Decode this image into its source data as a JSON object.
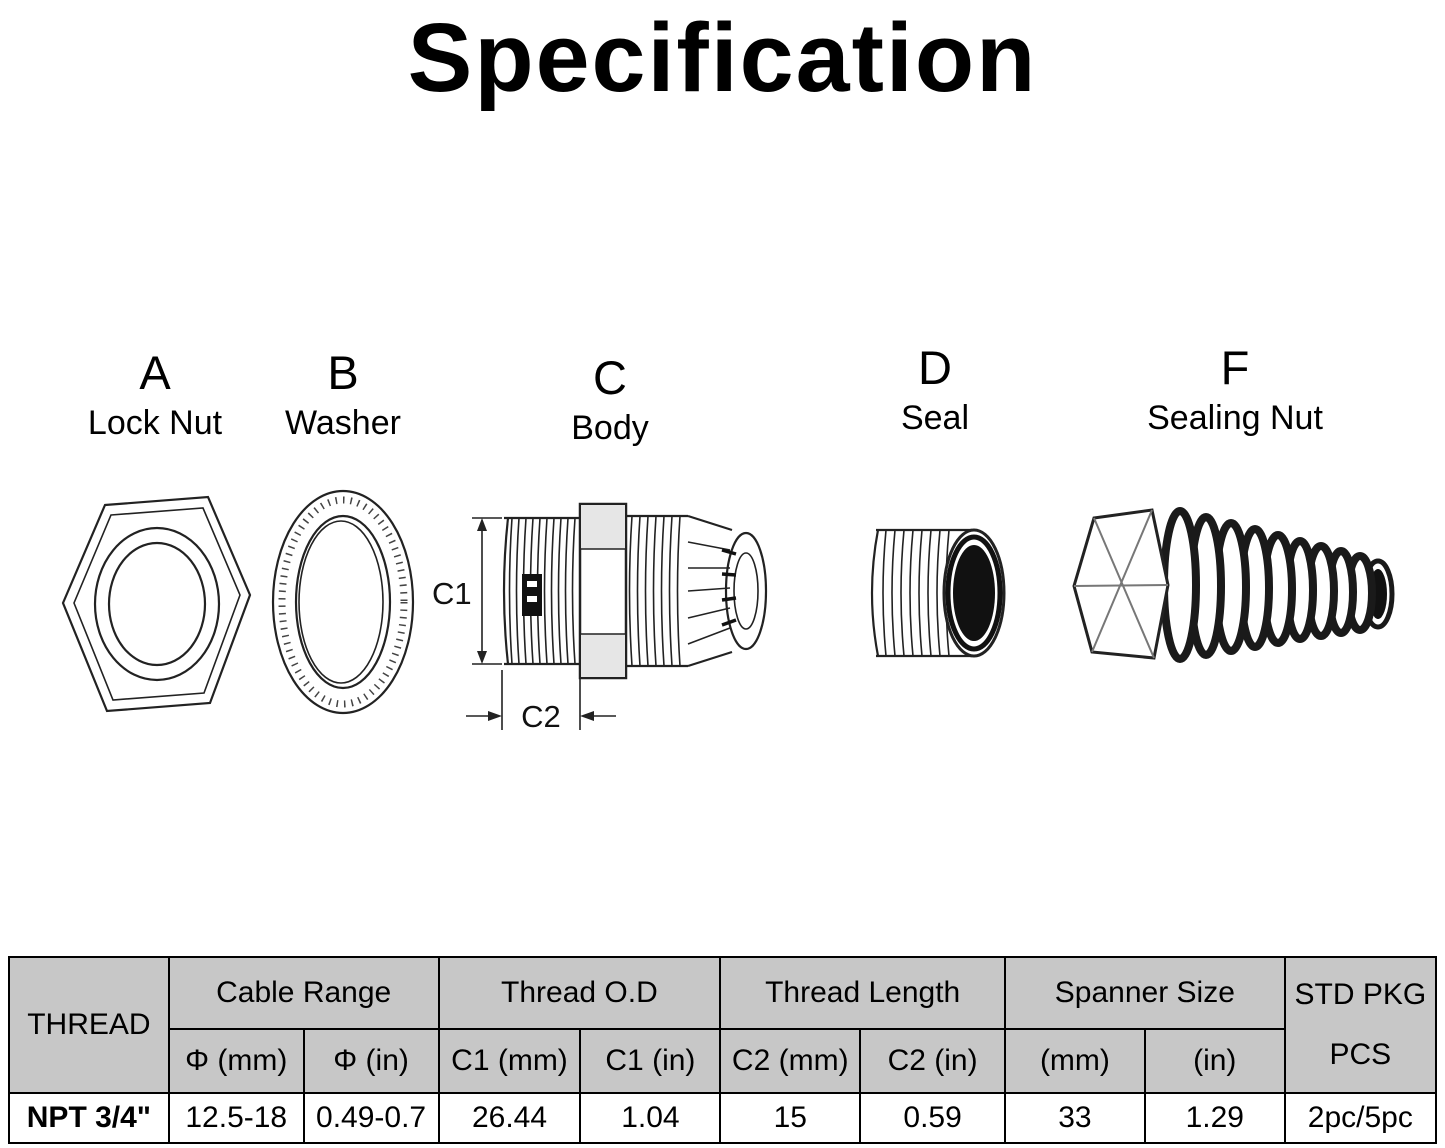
{
  "title": "Specification",
  "parts": [
    {
      "letter": "A",
      "name": "Lock Nut"
    },
    {
      "letter": "B",
      "name": "Washer"
    },
    {
      "letter": "C",
      "name": "Body"
    },
    {
      "letter": "D",
      "name": "Seal"
    },
    {
      "letter": "F",
      "name": "Sealing Nut"
    }
  ],
  "dimensions": {
    "c1": "C1",
    "c2": "C2"
  },
  "table": {
    "thread_header": "THREAD",
    "groups": [
      "Cable Range",
      "Thread O.D",
      "Thread Length",
      "Spanner Size"
    ],
    "std_pkg_line1": "STD PKG",
    "std_pkg_line2": "PCS",
    "sub_headers": [
      "Φ (mm)",
      "Φ (in)",
      "C1 (mm)",
      "C1  (in)",
      "C2 (mm)",
      "C2  (in)",
      "(mm)",
      "(in)"
    ],
    "row": [
      "NPT 3/4\"",
      "12.5-18",
      "0.49-0.7",
      "26.44",
      "1.04",
      "15",
      "0.59",
      "33",
      "1.29",
      "2pc/5pc"
    ]
  },
  "colors": {
    "table_header_bg": "#c7c7c7",
    "border": "#000000",
    "line_art": "#222222",
    "background": "#ffffff"
  }
}
